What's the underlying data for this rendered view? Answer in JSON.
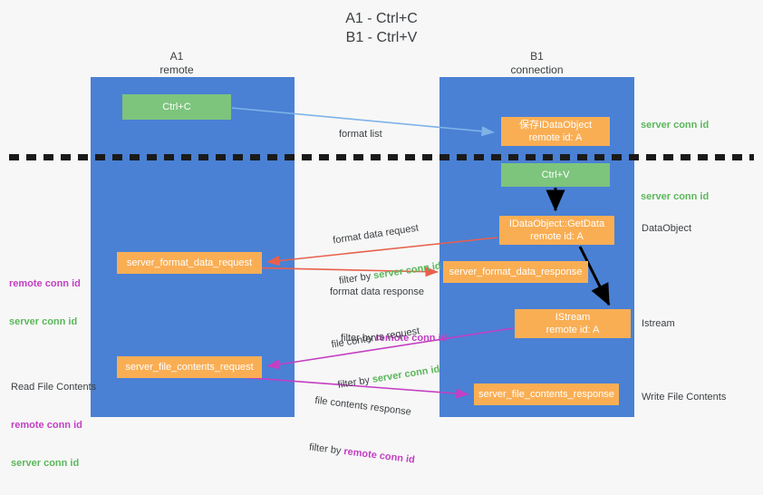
{
  "title": "A1 - Ctrl+C\nB1 - Ctrl+V",
  "colors": {
    "lane": "#4a81d4",
    "green_node": "#7dc47d",
    "orange_node": "#f9ae54",
    "server_conn_id": "#5bb75b",
    "remote_conn_id": "#c33fc3",
    "arrow_blue": "#7eb3e8",
    "arrow_red": "#e8604c",
    "arrow_black": "#000000",
    "arrow_magenta": "#c33fc3",
    "page_bg": "#f7f7f7"
  },
  "columns": [
    {
      "id": "a1",
      "name": "A1",
      "sub": "remote"
    },
    {
      "id": "b1",
      "name": "B1",
      "sub": "connection"
    }
  ],
  "nodes": {
    "ctrl_c": {
      "line1": "Ctrl+C",
      "line2": ""
    },
    "save_idataobject": {
      "line1": "保存IDataObject",
      "line2": "remote id: A"
    },
    "ctrl_v": {
      "line1": "Ctrl+V",
      "line2": ""
    },
    "getdata": {
      "line1": "IDataObject::GetData",
      "line2": "remote id: A"
    },
    "server_format_data_request": {
      "line1": "server_format_data_request",
      "line2": ""
    },
    "server_format_data_response": {
      "line1": "server_format_data_response",
      "line2": ""
    },
    "istream": {
      "line1": "IStream",
      "line2": "remote id: A"
    },
    "server_file_contents_request": {
      "line1": "server_file_contents_request",
      "line2": ""
    },
    "server_file_contents_response": {
      "line1": "server_file_contents_response",
      "line2": ""
    }
  },
  "edge_captions": {
    "format_list": "format list",
    "format_data_request": "format data request",
    "format_data_request_filter_prefix": "filter by ",
    "format_data_request_filter_value": "server conn id",
    "format_data_response": "format data response",
    "format_data_response_filter_prefix": "filter by ",
    "format_data_response_filter_value": "remote conn id",
    "file_contents_request": "file contents request",
    "file_contents_request_filter_prefix": "filter by ",
    "file_contents_request_filter_value": "server conn id",
    "file_contents_response": "file contents response",
    "file_contents_response_filter_prefix": "filter by ",
    "file_contents_response_filter_value": "remote conn id"
  },
  "right_labels": {
    "server_conn_id_top": "server conn id",
    "server_conn_id_mid": "server conn id",
    "dataobject": "DataObject",
    "istream": "Istream",
    "write_file_contents": "Write File Contents"
  },
  "left_labels": {
    "remote_conn_id_1": "remote conn id",
    "server_conn_id_1": "server conn id",
    "read_file_contents": "Read File Contents",
    "remote_conn_id_2": "remote conn id",
    "server_conn_id_2": "server conn id"
  }
}
